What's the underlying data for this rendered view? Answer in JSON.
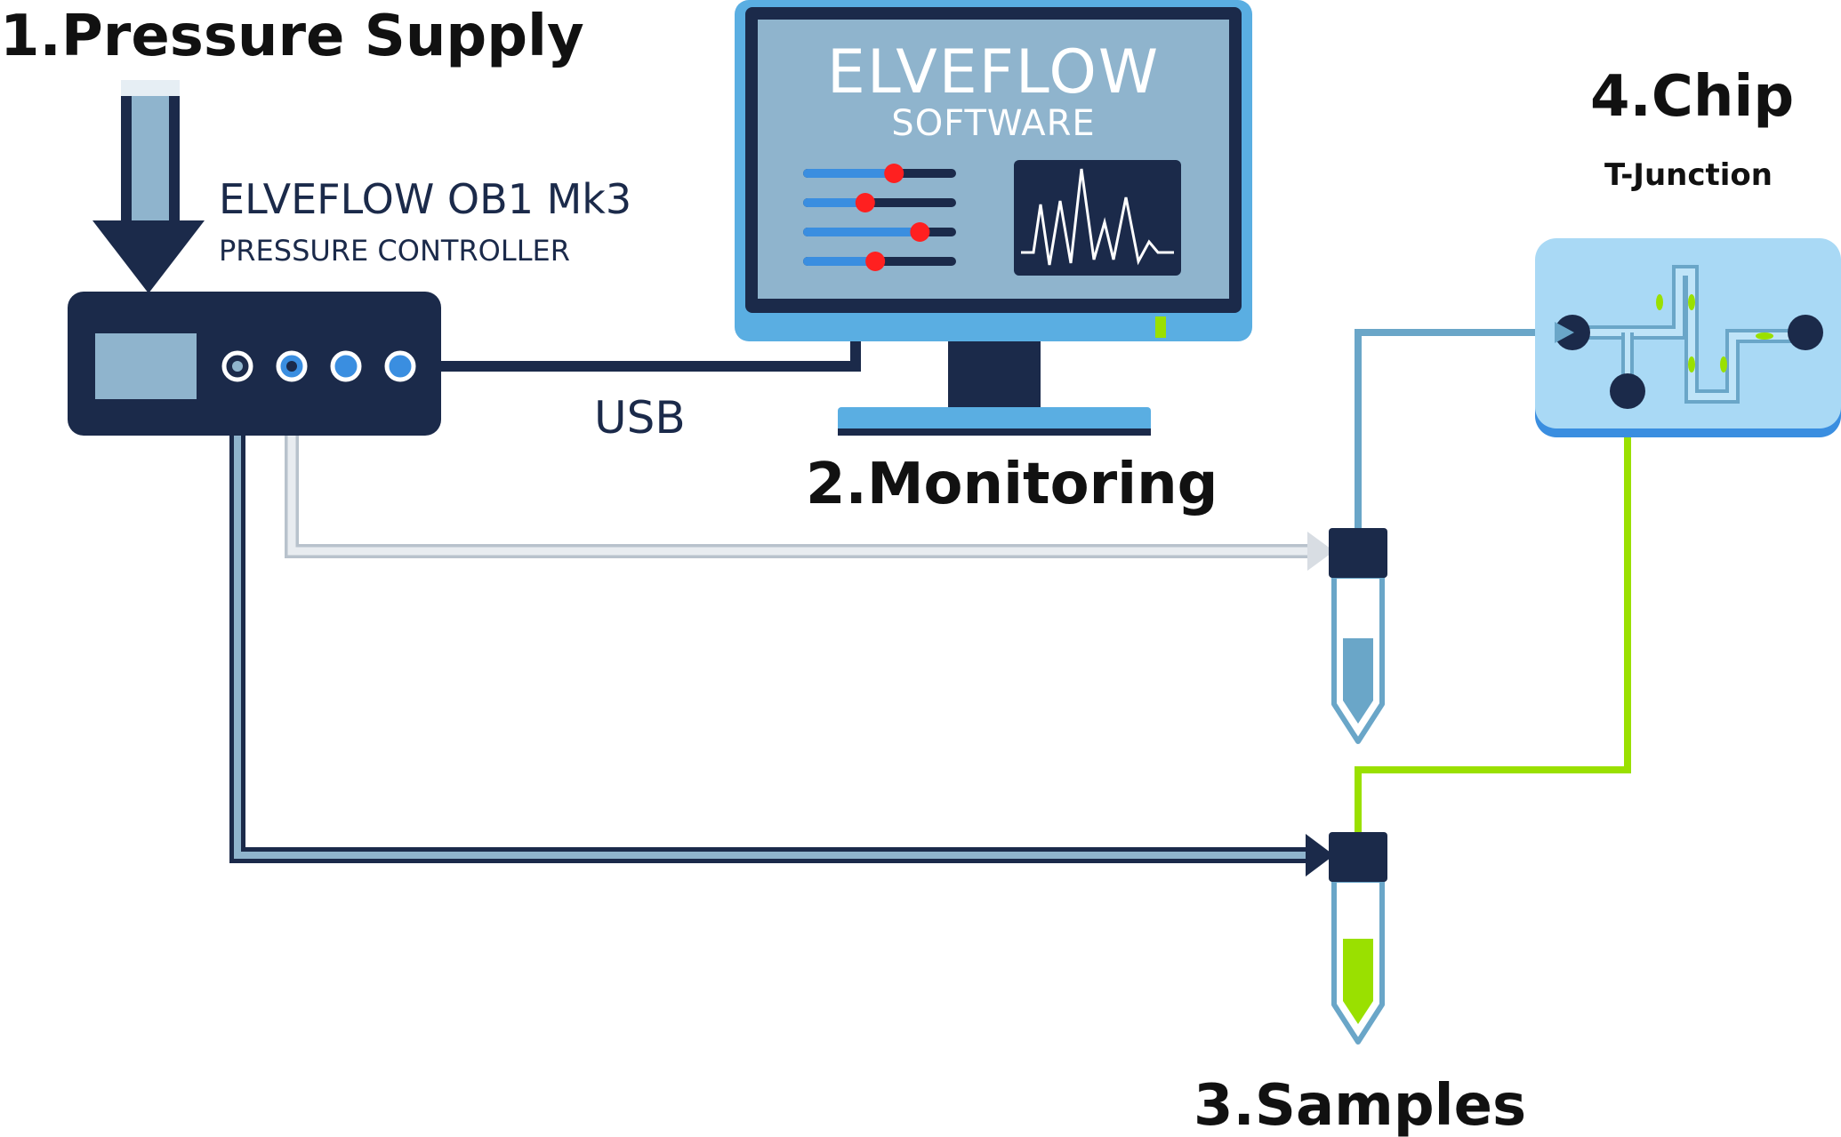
{
  "labels": {
    "pressure_supply": "1.Pressure Supply",
    "monitoring": "2.Monitoring",
    "samples": "3.Samples",
    "chip": "4.Chip",
    "chip_sub": "T-Junction",
    "controller_name": "ELVEFLOW OB1 Mk3",
    "controller_type": "PRESSURE CONTROLLER",
    "usb": "USB",
    "software_title": "ELVEFLOW",
    "software_sub": "SOFTWARE"
  },
  "colors": {
    "navy": "#1b2a4a",
    "light_blue": "#8fb4cd",
    "monitor_frame": "#5aaee2",
    "chip_body": "#a9d9f5",
    "green": "#9ae000",
    "slider_blue": "#3a8ee0",
    "slider_knob": "#ff2020",
    "tube_gray": "#d8dde3",
    "sample_blue": "#6aa6c8"
  },
  "icons": {
    "controller": "pressure-controller-icon",
    "monitor": "computer-monitor-icon",
    "chip": "microfluidic-chip-icon",
    "tube": "sample-tube-icon"
  },
  "sliders": [
    0.6,
    0.4,
    0.78,
    0.47
  ]
}
